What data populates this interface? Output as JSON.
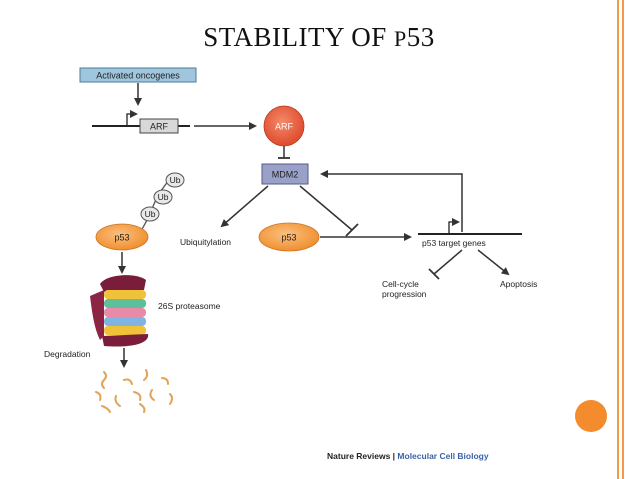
{
  "slide": {
    "title_main": "STABILITY OF ",
    "title_sc": "P",
    "title_num": "53"
  },
  "diagram": {
    "activated_oncogenes": "Activated oncogenes",
    "arf_gene": "ARF",
    "arf_protein": "ARF",
    "mdm2": "MDM2",
    "ub_1": "Ub",
    "ub_2": "Ub",
    "ub_3": "Ub",
    "p53_left": "p53",
    "p53_center": "p53",
    "ubiquitylation": "Ubiquitylation",
    "target_genes": "p53 target genes",
    "cell_cycle_line1": "Cell-cycle",
    "cell_cycle_line2": "progression",
    "apoptosis": "Apoptosis",
    "proteasome": "26S proteasome",
    "degradation": "Degradation"
  },
  "credit": {
    "publisher": "Nature Reviews",
    "separator": " | ",
    "journal": "Molecular Cell Biology"
  },
  "colors": {
    "accent_orange": "#f48b2c",
    "p53_fill": "#f5a04a",
    "arf_fill": "#e8583a",
    "mdm2_fill": "#9aa1c8",
    "oncogene_fill": "#9fc6dc",
    "journal_blue": "#3a63a8"
  }
}
